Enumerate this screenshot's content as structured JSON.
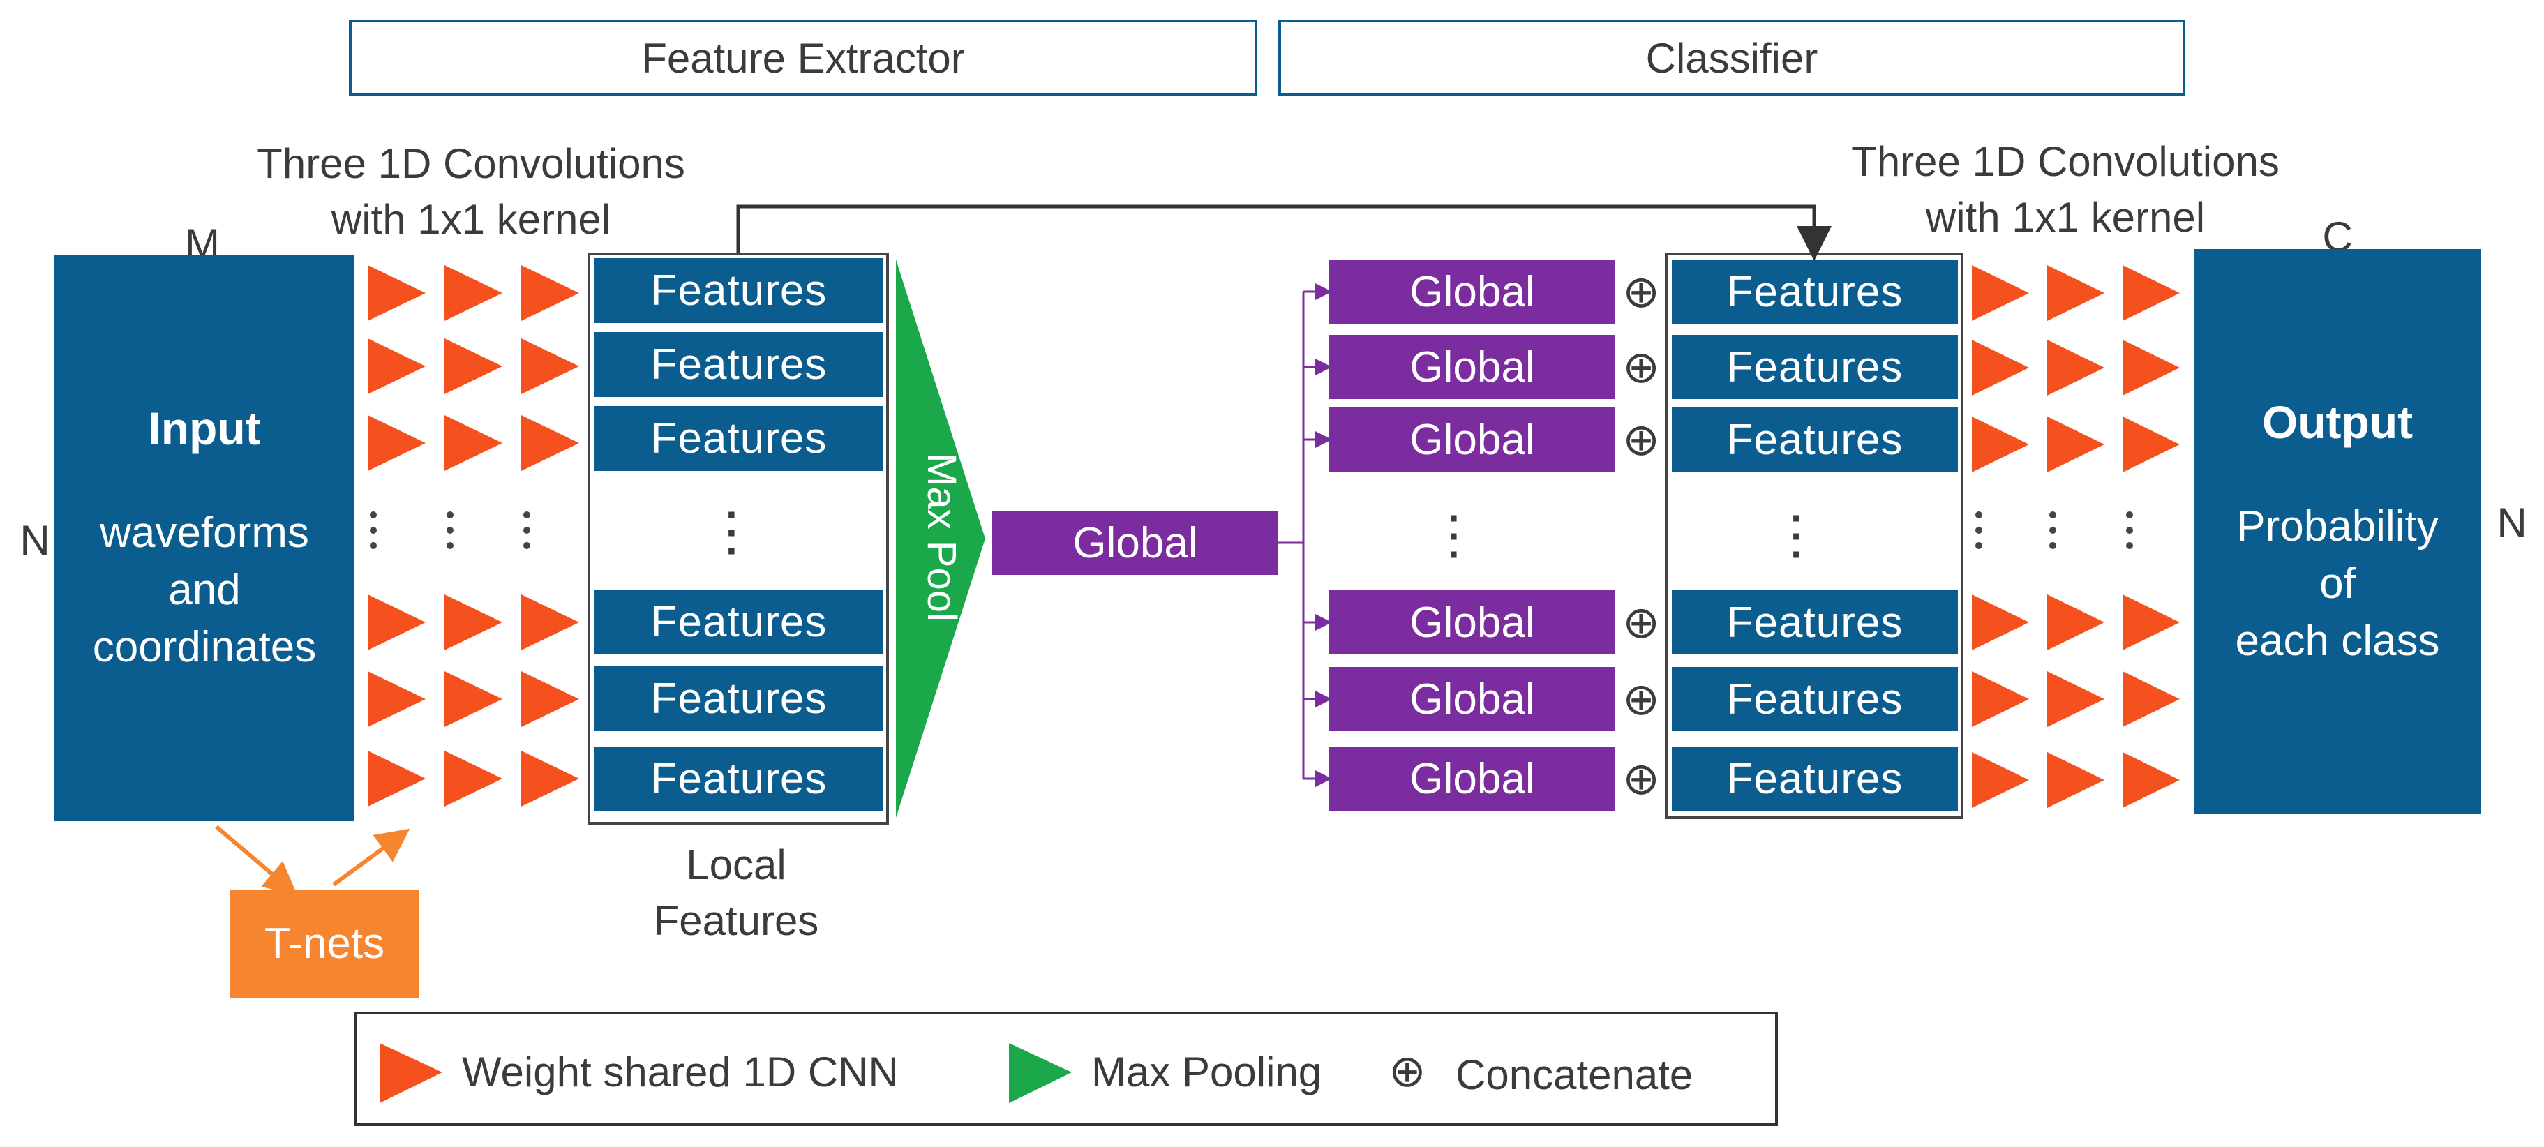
{
  "headers": {
    "feature_extractor": "Feature Extractor",
    "classifier": "Classifier"
  },
  "left_conv_label": [
    "Three 1D Convolutions",
    "with 1x1 kernel"
  ],
  "right_conv_label": [
    "Three 1D Convolutions",
    "with 1x1 kernel"
  ],
  "dims": {
    "m": "M",
    "n_left": "N",
    "c": "C",
    "n_right": "N"
  },
  "input_block": {
    "title": "Input",
    "lines": [
      "waveforms",
      "and",
      "coordinates"
    ]
  },
  "output_block": {
    "title": "Output",
    "lines": [
      "Probability",
      "of",
      "each class"
    ]
  },
  "feature_label": "Features",
  "global_label": "Global",
  "max_pool_label": "Max Pool",
  "local_features_label": [
    "Local",
    "Features"
  ],
  "tnets_label": "T-nets",
  "concat_symbol": "⊕",
  "ellipsis": "⋮",
  "legend": {
    "cnn": "Weight shared 1D CNN",
    "maxpool": "Max Pooling",
    "concat": "Concatenate"
  },
  "colors": {
    "blue": "#0b5d8f",
    "purple": "#7b2c9e",
    "red_arrow": "#f4511e",
    "green": "#1aa84b",
    "orange": "#f5862f"
  },
  "icons": [
    "weight-shared-cnn-triangle-icon",
    "max-pooling-triangle-icon",
    "concatenate-icon"
  ]
}
